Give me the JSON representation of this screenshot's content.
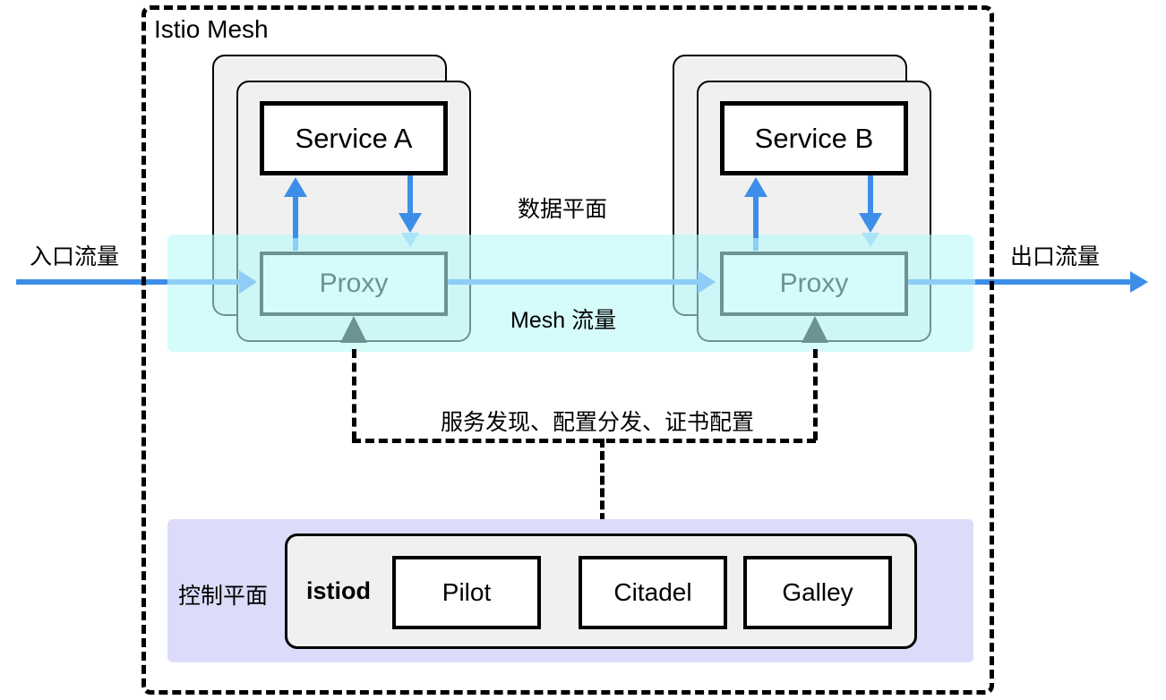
{
  "diagram": {
    "title": "Istio Mesh",
    "ingress_label": "入口流量",
    "egress_label": "出口流量",
    "dataplane_label": "数据平面",
    "mesh_traffic_label": "Mesh 流量",
    "config_label": "服务发现、配置分发、证书配置",
    "controlplane_label": "控制平面"
  },
  "pods": [
    {
      "service": "Service A",
      "proxy": "Proxy"
    },
    {
      "service": "Service B",
      "proxy": "Proxy"
    }
  ],
  "control_plane": {
    "istiod": "istiod",
    "components": [
      {
        "name": "Pilot"
      },
      {
        "name": "Citadel"
      },
      {
        "name": "Galley"
      }
    ]
  },
  "colors": {
    "dataplane_band": "#d6fbfb",
    "controlplane_band": "#dcdcfa",
    "proxy_border": "#6d9293",
    "traffic_dark": "#3d8ee8",
    "traffic_light": "#8ecdf6",
    "pod_fill": "#f0f0f0",
    "mesh_border": "#000000"
  }
}
